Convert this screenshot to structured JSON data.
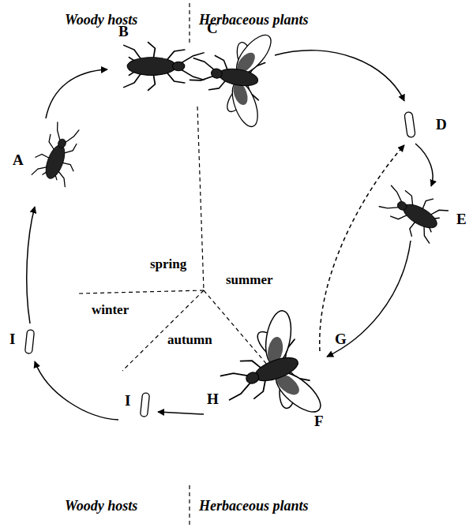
{
  "diagram": {
    "labels": [
      "Woody hosts",
      "Herbaceous plants",
      "B",
      "C",
      "A",
      "D",
      "spring",
      "summer",
      "E",
      "winter",
      "G",
      "I",
      "autumn",
      "I",
      "H",
      "F",
      "Woody hosts",
      "Herbaceous plants"
    ]
  }
}
